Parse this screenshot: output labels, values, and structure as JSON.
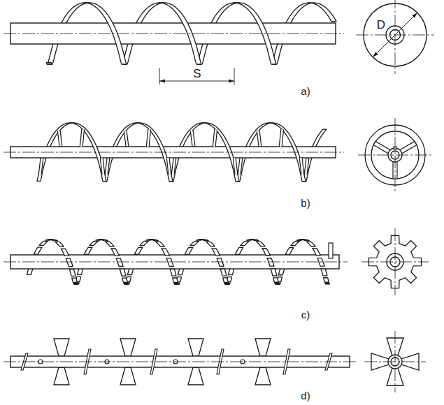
{
  "diagram": {
    "labels": [
      "S",
      "D",
      "a)",
      "b)",
      "c)",
      "d)"
    ]
  }
}
